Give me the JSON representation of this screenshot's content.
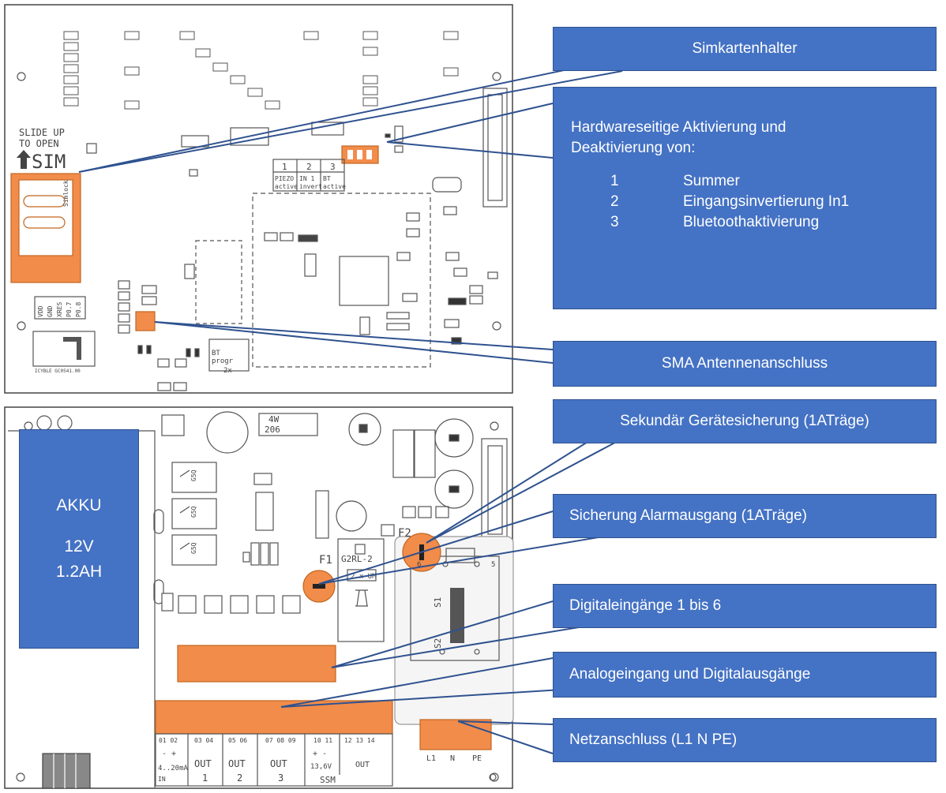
{
  "colors": {
    "callout": "#4472c4",
    "orange": "#f28c4a",
    "board_line": "#555555"
  },
  "board": {
    "sim_slide": [
      "SLIDE UP",
      "TO OPEN"
    ],
    "sim_label": "SIM",
    "sim_lock": "Simlock",
    "dip_cells": [
      [
        "1",
        "PIEZO",
        "active"
      ],
      [
        "2",
        "IN 1",
        "invert"
      ],
      [
        "3",
        "BT",
        "active"
      ]
    ],
    "pins": [
      "VDD",
      "GND",
      "XRES",
      "P0.7",
      "P0.8"
    ],
    "module_label": "ICYBLE GC0541.00",
    "bt_label": [
      "BT",
      "progr",
      "2x"
    ],
    "resistor": [
      "4W",
      "206"
    ],
    "relay": [
      "G2RL-2",
      "2 x UM"
    ],
    "relay_small": "G5Q",
    "f1": "F1",
    "f2": "F2",
    "transformer": [
      "6",
      "5",
      "S1",
      "S2"
    ],
    "terminal_nums": [
      "01 02",
      "03 04",
      "05 06",
      "07 08 09",
      "10 11",
      "12 13 14"
    ],
    "terminal_labels": [
      "OUT",
      "OUT",
      "OUT",
      "OUT"
    ],
    "terminal_digits": [
      "1",
      "2",
      "3"
    ],
    "terminal_extra": [
      "4..20mA",
      "IN",
      "+ -",
      "13,6V",
      "SSM",
      "- +"
    ],
    "net_labels": [
      "L1",
      "N",
      "PE"
    ]
  },
  "callouts": {
    "sim": "Simkartenhalter",
    "hw_title": [
      "Hardwareseitige Aktivierung und",
      "Deaktivierung von:"
    ],
    "hw_items": [
      {
        "n": "1",
        "t": "Summer"
      },
      {
        "n": "2",
        "t": "Eingangsinvertierung In1"
      },
      {
        "n": "3",
        "t": "Bluetoothaktivierung"
      }
    ],
    "sma": "SMA Antennenanschluss",
    "sek": "Sekundär Gerätesicherung (1ATräge)",
    "alarm": "Sicherung Alarmausgang (1ATräge)",
    "digin": "Digitaleingänge 1 bis 6",
    "analog": "Analogeingang und Digitalausgänge",
    "netz": "Netzanschluss (L1 N PE)"
  },
  "akku": {
    "name": "AKKU",
    "voltage": "12V",
    "capacity": "1.2AH"
  }
}
